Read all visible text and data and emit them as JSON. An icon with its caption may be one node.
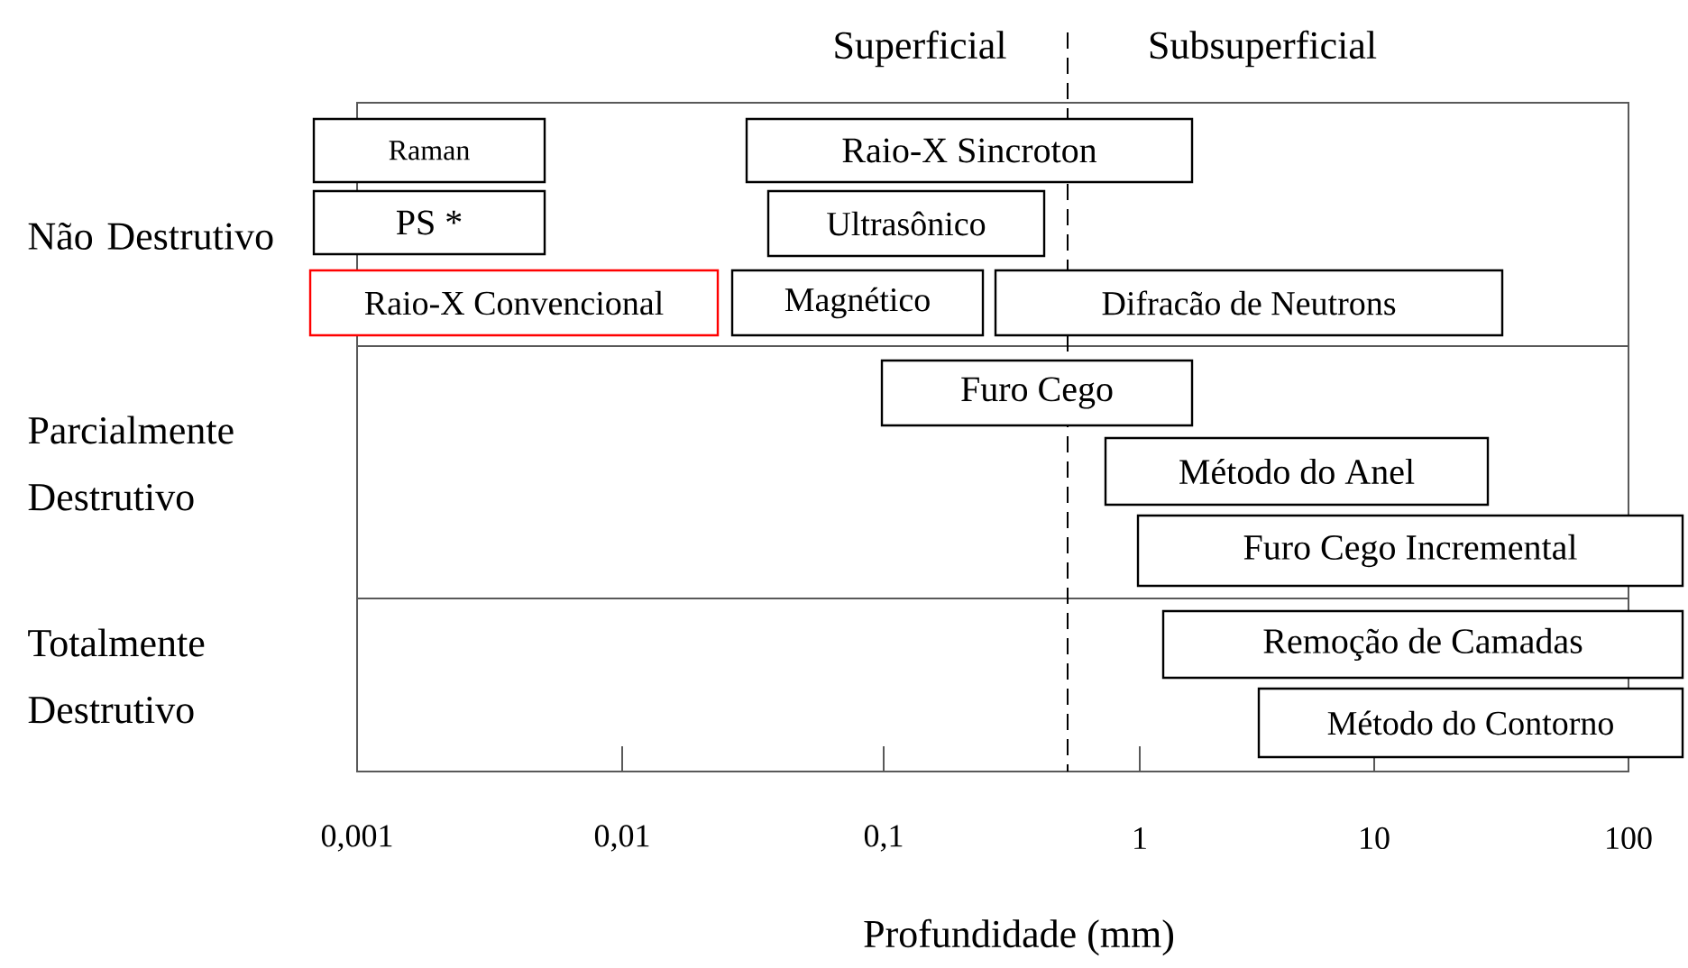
{
  "diagram": {
    "nodes": [
      {
        "text": [
          "Raman"
        ]
      },
      {
        "text": [
          "PS *"
        ]
      },
      {
        "text": [
          "Raio-X Convencional"
        ]
      },
      {
        "text": [
          "Raio-X Sincroton"
        ]
      },
      {
        "text": [
          "Ultrasônico"
        ]
      },
      {
        "text": [
          "Magnético"
        ]
      },
      {
        "text": [
          "Difracão de Neutrons"
        ]
      },
      {
        "text": [
          "Furo Cego"
        ]
      },
      {
        "text": [
          "Método do Anel"
        ]
      },
      {
        "text": [
          "Furo Cego Incremental"
        ]
      },
      {
        "text": [
          "Remoção de Camadas"
        ]
      },
      {
        "text": [
          "Método do Contorno"
        ]
      }
    ],
    "labels": [
      "Superficial",
      "Subsuperficial",
      "Não Destrutivo",
      "Parcialmente Destrutivo",
      "Totalmente Destrutivo",
      "0,001",
      "0,01",
      "0,1",
      "1",
      "10",
      "100",
      "Profundidade (mm)"
    ]
  }
}
